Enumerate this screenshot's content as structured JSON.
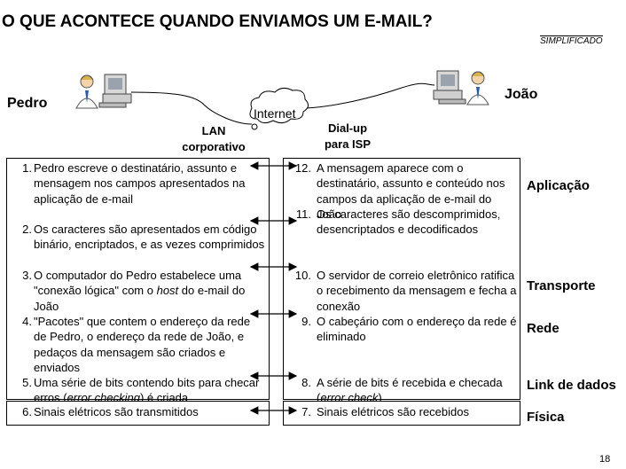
{
  "title": "O QUE ACONTECE QUANDO ENVIAMOS UM E-MAIL?",
  "subtitle_tag": "SIMPLIFICADO",
  "network": {
    "sender": "Pedro",
    "receiver": "João",
    "internet": "Internet",
    "lan_line1": "LAN",
    "lan_line2": "corporativo",
    "dialup_line1": "Dial-up",
    "dialup_line2": "para ISP"
  },
  "sender_steps": [
    {
      "num": "1.",
      "text": "Pedro escreve o destinatário, assunto e mensagem nos campos apresentados na aplicação de e-mail"
    },
    {
      "num": "2.",
      "text": "Os caracteres são apresentados em código binário, encriptados, e as vezes comprimidos"
    },
    {
      "num": "3.",
      "text_before": "O computador do Pedro estabelece uma \"conexão lógica\" com o ",
      "text_em": "host",
      "text_after": " do e-mail do João"
    },
    {
      "num": "4.",
      "text": "\"Pacotes\" que contem o endereço da rede de Pedro, o endereço da rede de João, e pedaços da mensagem são criados e enviados"
    },
    {
      "num": "5.",
      "text_before": "Uma série de bits contendo bits para checar erros (",
      "text_em": "error checking",
      "text_after": ") é criada"
    },
    {
      "num": "6.",
      "text": "Sinais elétricos são transmitidos"
    }
  ],
  "receiver_steps": [
    {
      "num": "12.",
      "text": "A mensagem aparece com o destinatário, assunto e conteúdo nos campos da aplicação de e-mail do João"
    },
    {
      "num": "11.",
      "text": "Os caracteres são descomprimidos, desencriptados e decodificados"
    },
    {
      "num": "10.",
      "text": "O servidor de correio eletrônico ratifica o recebimento da mensagem e fecha a conexão"
    },
    {
      "num": "9.",
      "text": "O cabeçário com o endereço da rede é eliminado"
    },
    {
      "num": "8.",
      "text_before": "A série de bits é recebida e checada (",
      "text_em": "error check",
      "text_after": ")"
    },
    {
      "num": "7.",
      "text": "Sinais elétricos são recebidos"
    }
  ],
  "layers": [
    "Aplicação",
    "Transporte",
    "Rede",
    "Link de dados",
    "Física"
  ],
  "page_number": "18"
}
